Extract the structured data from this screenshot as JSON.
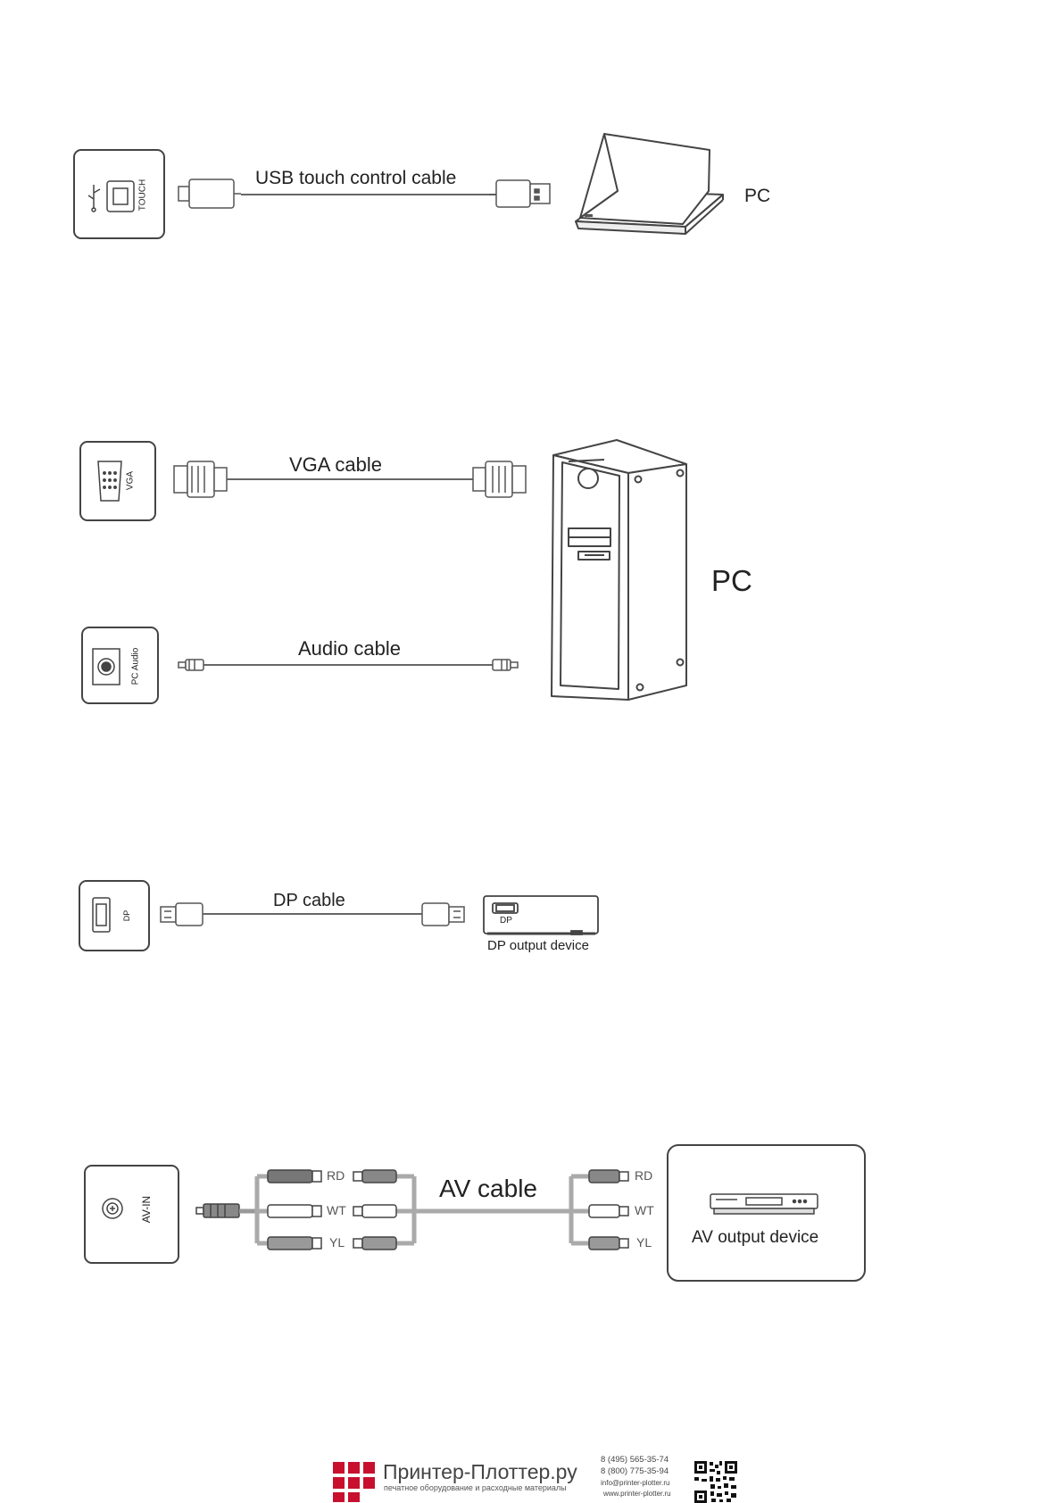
{
  "touch_section": {
    "port_label": "TOUCH",
    "cable_label": "USB touch control cable",
    "device_label": "PC"
  },
  "vga_section": {
    "port_label": "VGA",
    "cable_label": "VGA  cable",
    "device_label": "PC"
  },
  "audio_section": {
    "port_label": "PC Audio",
    "cable_label": "Audio  cable"
  },
  "dp_section": {
    "port_label": "DP",
    "cable_label": "DP cable",
    "device_port_label": "DP",
    "device_label": "DP output device"
  },
  "av_section": {
    "port_label": "AV-IN",
    "cable_label": "AV cable",
    "left_plugs": [
      "RD",
      "WT",
      "YL"
    ],
    "right_plugs": [
      "RD",
      "WT",
      "YL"
    ],
    "device_label": "AV output device"
  },
  "footer": {
    "brand_name": "Принтер-Плоттер.ру",
    "brand_tagline": "печатное оборудование и расходные материалы",
    "phone_1": "8 (495) 565-35-74",
    "phone_2": "8 (800) 775-35-94",
    "email": "info@printer-plotter.ru",
    "website": "www.printer-plotter.ru",
    "brand_color": "#c8102e"
  }
}
